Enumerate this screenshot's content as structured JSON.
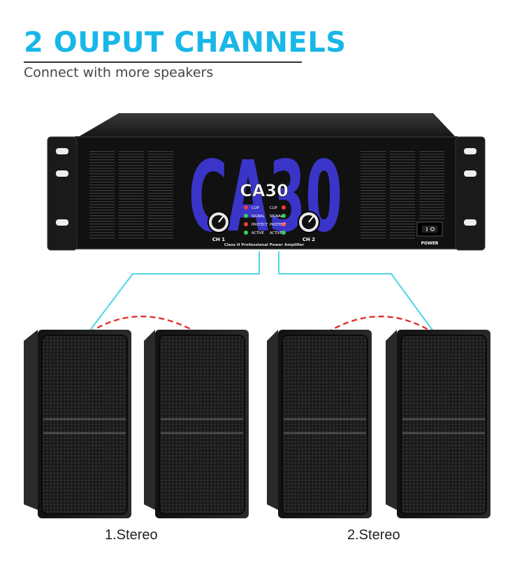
{
  "header": {
    "title": "2 OUPUT CHANNELS",
    "subtitle": "Connect with more speakers"
  },
  "amplifier": {
    "model": "CA30",
    "channel_1_label": "CH 1",
    "channel_2_label": "CH 2",
    "indicators": [
      "CLIP",
      "SIGNAL",
      "PROTECT",
      "ACTIVE"
    ],
    "tagline": "Class H Professional Power Amplifier",
    "power_label": "POWER"
  },
  "captions": {
    "group_1": "1.Stereo",
    "group_2": "2.Stereo"
  },
  "colors": {
    "accent": "#18b7e8",
    "cable": "#4fd6e6",
    "link": "#e03030",
    "amp_logo": "#3a35c8"
  }
}
